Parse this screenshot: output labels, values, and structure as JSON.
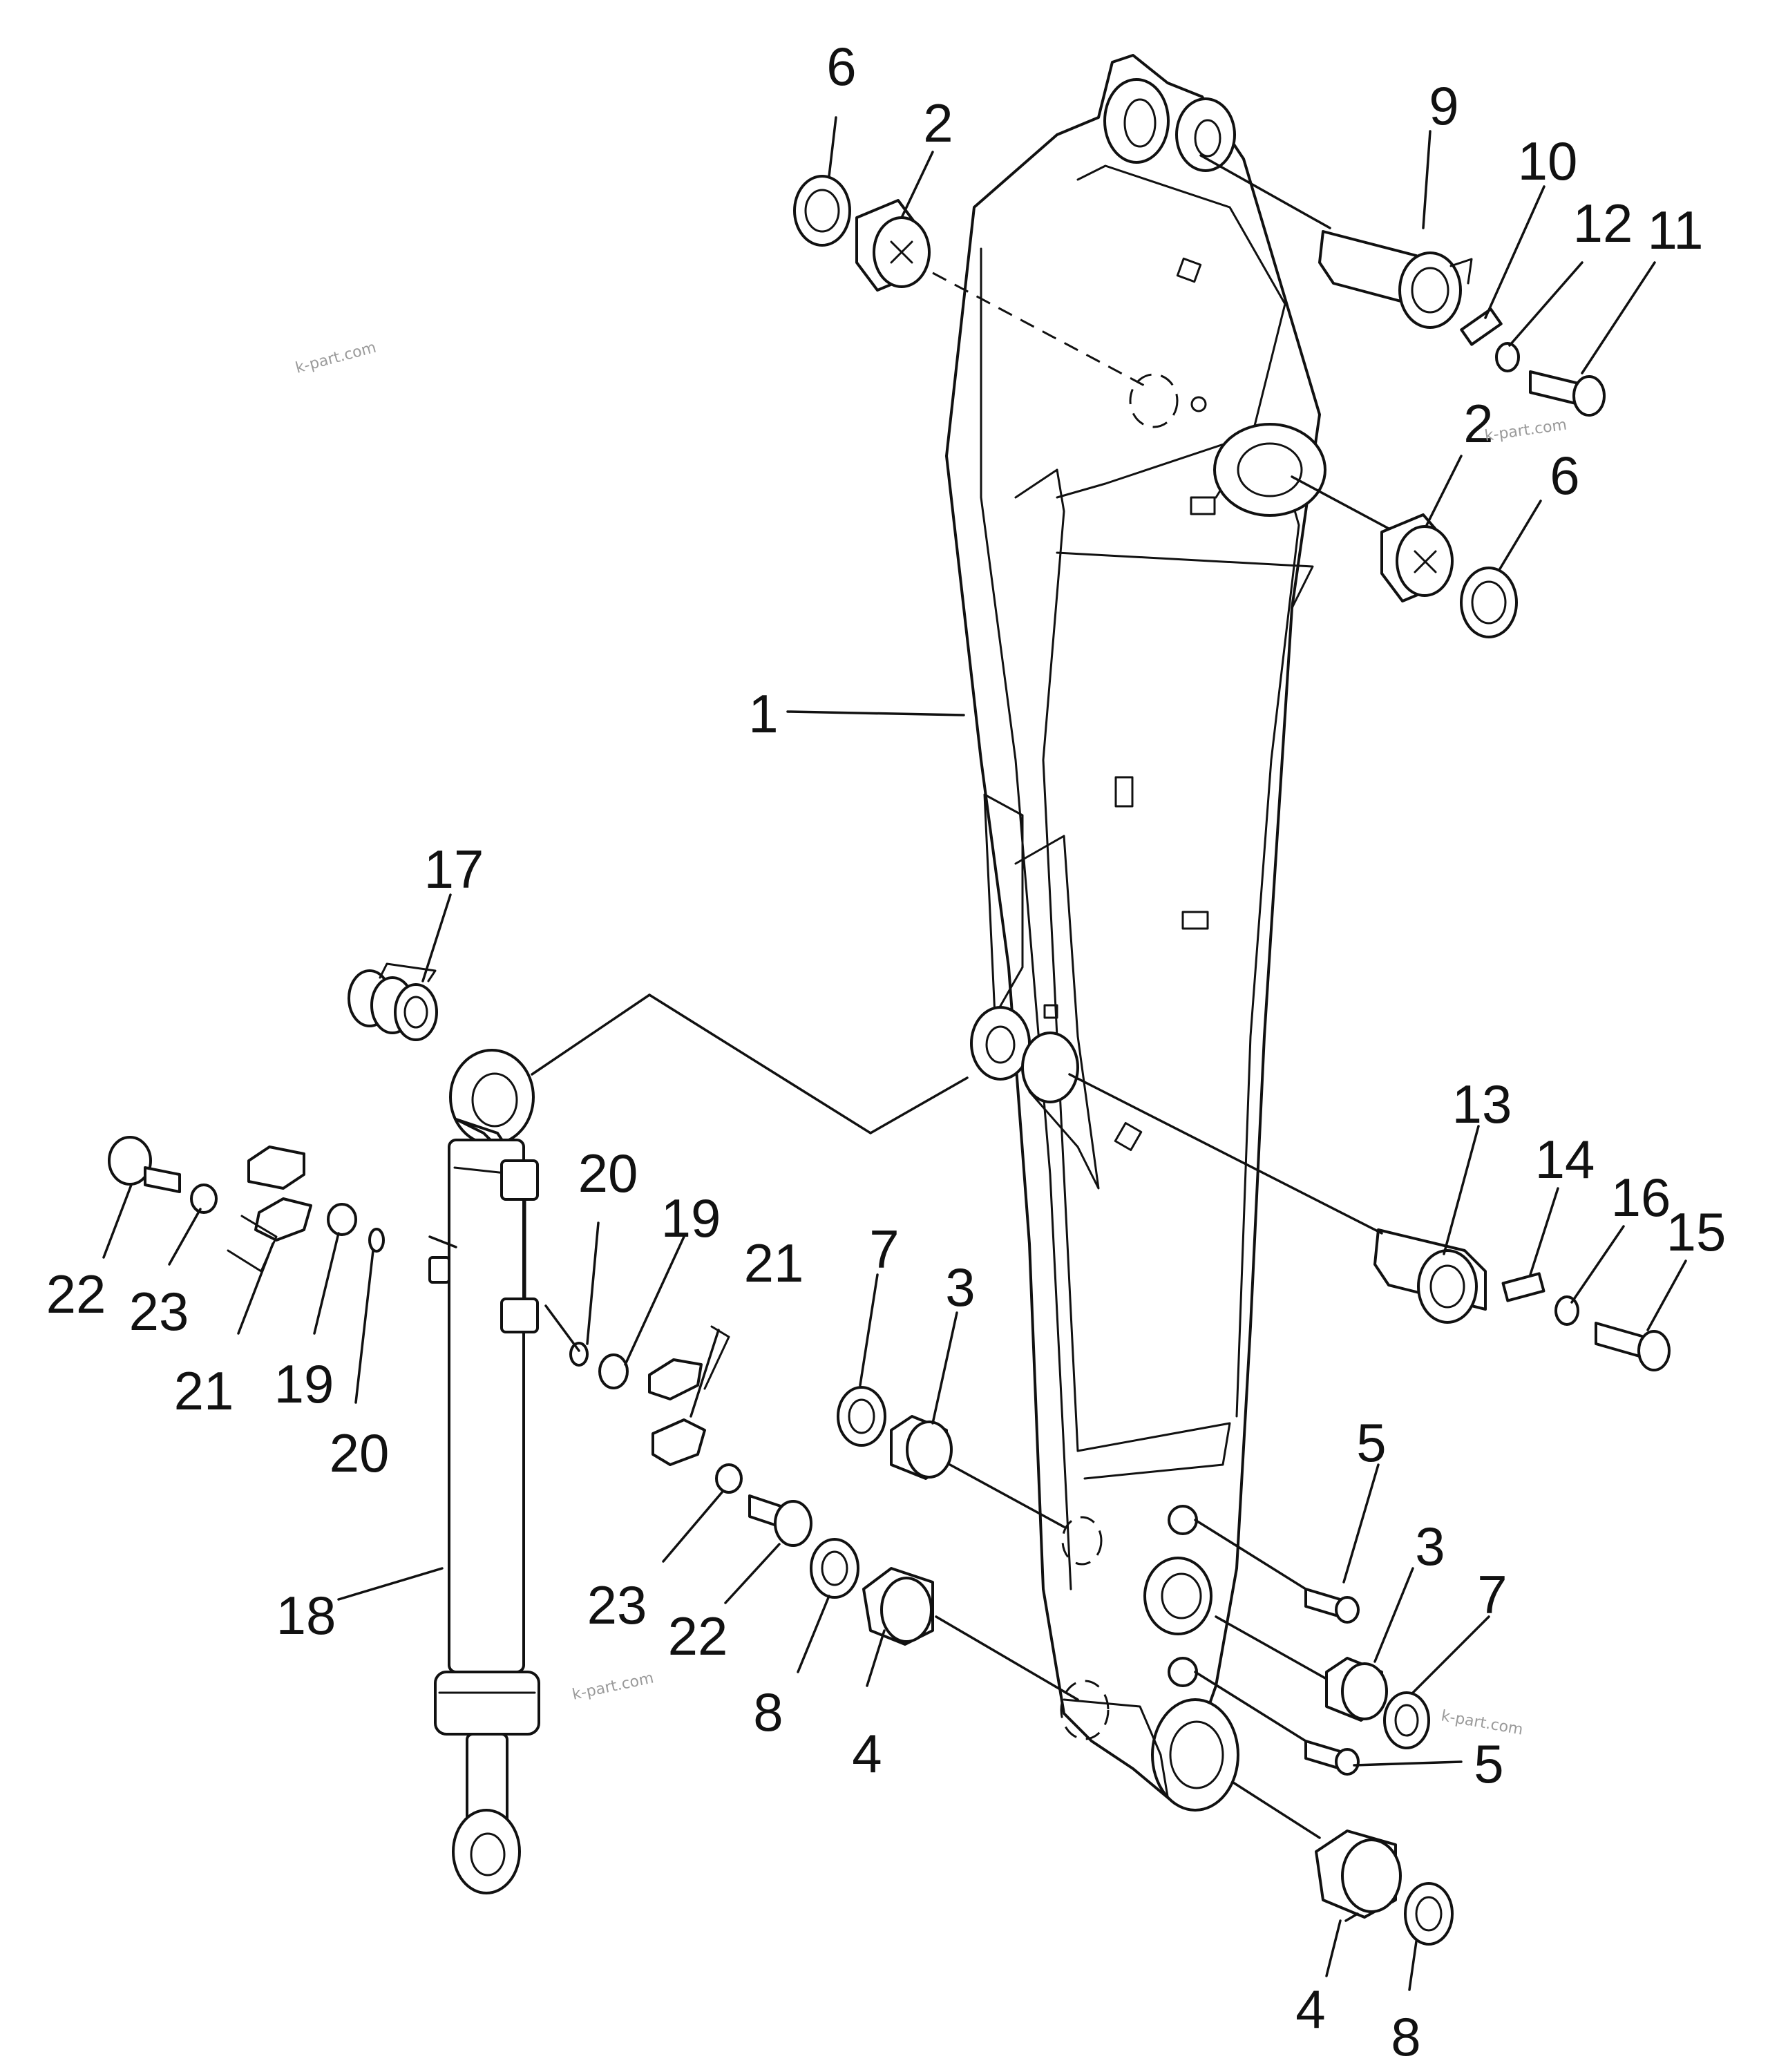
{
  "diagram": {
    "callouts": [
      "1",
      "2",
      "2",
      "3",
      "3",
      "4",
      "4",
      "5",
      "5",
      "6",
      "6",
      "7",
      "7",
      "8",
      "8",
      "9",
      "10",
      "11",
      "12",
      "13",
      "14",
      "15",
      "16",
      "17",
      "18",
      "19",
      "19",
      "20",
      "20",
      "21",
      "21",
      "22",
      "22",
      "23",
      "23"
    ],
    "watermarks": [
      "k-part.com",
      "k-part.com",
      "k-part.com",
      "k-part.com"
    ]
  },
  "colors": {
    "ink": "#111111",
    "paper": "#ffffff",
    "watermark": "#9a9a9a"
  }
}
